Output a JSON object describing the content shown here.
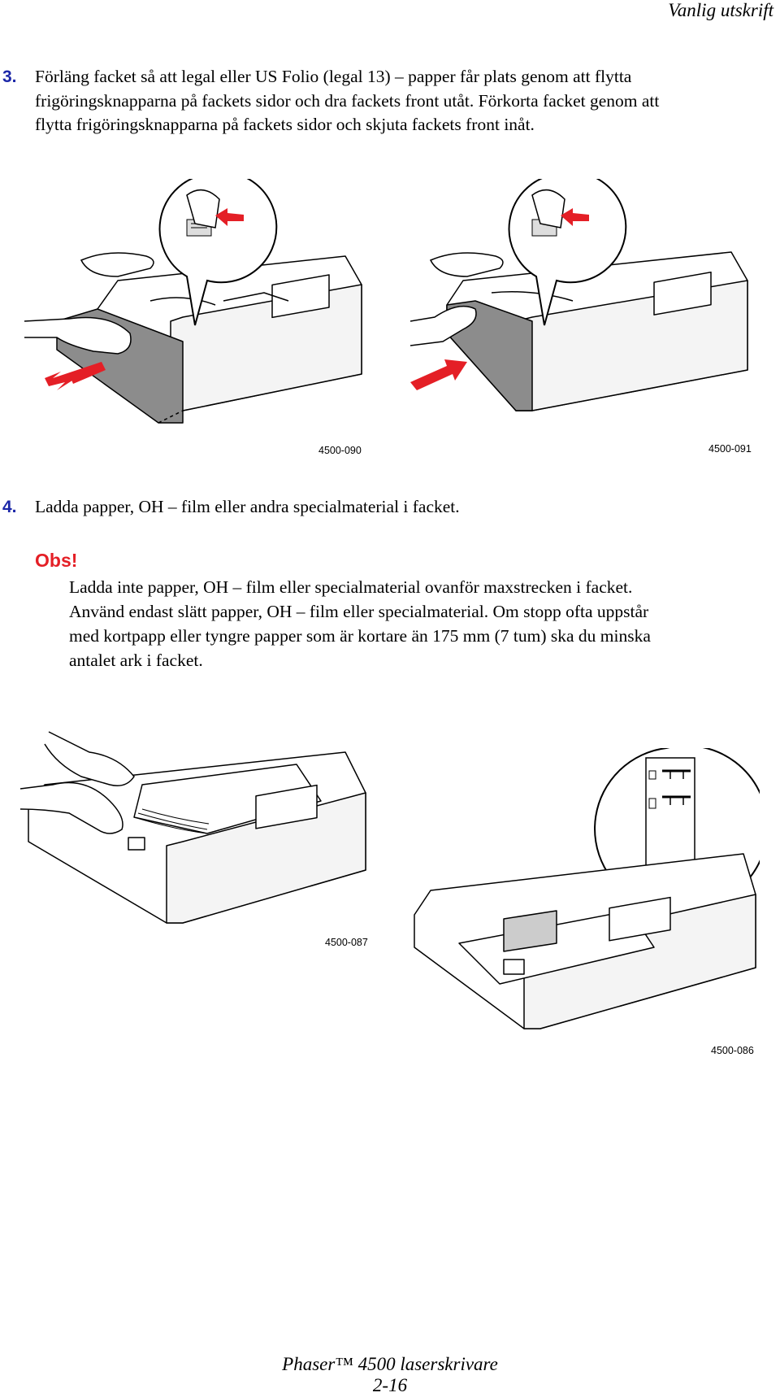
{
  "header": {
    "section": "Vanlig utskrift"
  },
  "steps": [
    {
      "number": "3.",
      "lines": [
        "Förläng facket så att legal eller US Folio (legal 13) – papper får plats genom att flytta",
        "frigöringsknapparna på fackets sidor och dra fackets front utåt. Förkorta facket genom att",
        "flytta frigöringsknapparna på fackets sidor och skjuta fackets front inåt."
      ]
    },
    {
      "number": "4.",
      "lines": [
        "Ladda papper, OH – film eller andra specialmaterial i facket."
      ]
    }
  ],
  "note": {
    "label": "Obs!",
    "lines": [
      "Ladda inte papper, OH – film eller specialmaterial ovanför maxstrecken i facket.",
      "Använd endast slätt papper, OH – film eller specialmaterial. Om stopp ofta uppstår",
      "med kortpapp eller tyngre papper som är kortare än 175 mm (7 tum) ska du minska",
      "antalet ark i facket."
    ]
  },
  "figures": {
    "extend_tray": {
      "code": "4500-090"
    },
    "shorten_tray": {
      "code": "4500-091"
    },
    "load_paper": {
      "code": "4500-087"
    },
    "fill_lines": {
      "code": "4500-086"
    }
  },
  "colors": {
    "step_number": "#1c27a8",
    "note_label": "#e41f26",
    "arrow": "#e41f26",
    "tray_front": "#8c8c8c"
  },
  "footer": {
    "title": "Phaser™ 4500 laserskrivare",
    "page": "2-16"
  }
}
